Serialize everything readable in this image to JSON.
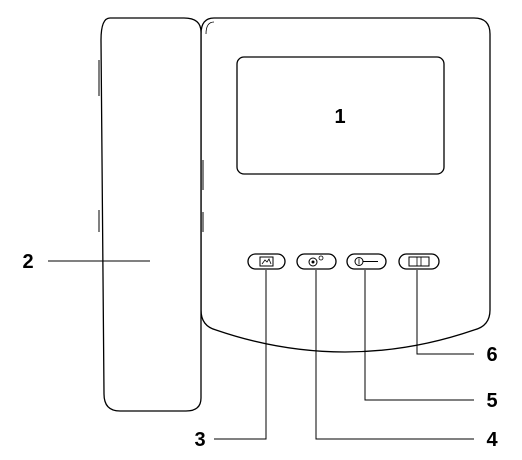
{
  "callouts": {
    "screen": "1",
    "handset": "2",
    "button_3": "3",
    "button_4": "4",
    "button_5": "5",
    "button_6": "6"
  },
  "colors": {
    "stroke": "#000000",
    "fill": "#ffffff"
  },
  "icons": {
    "button_3": "monitor-icon",
    "button_4": "camera-switch-icon",
    "button_5": "key-unlock-icon",
    "button_6": "door-icon"
  }
}
